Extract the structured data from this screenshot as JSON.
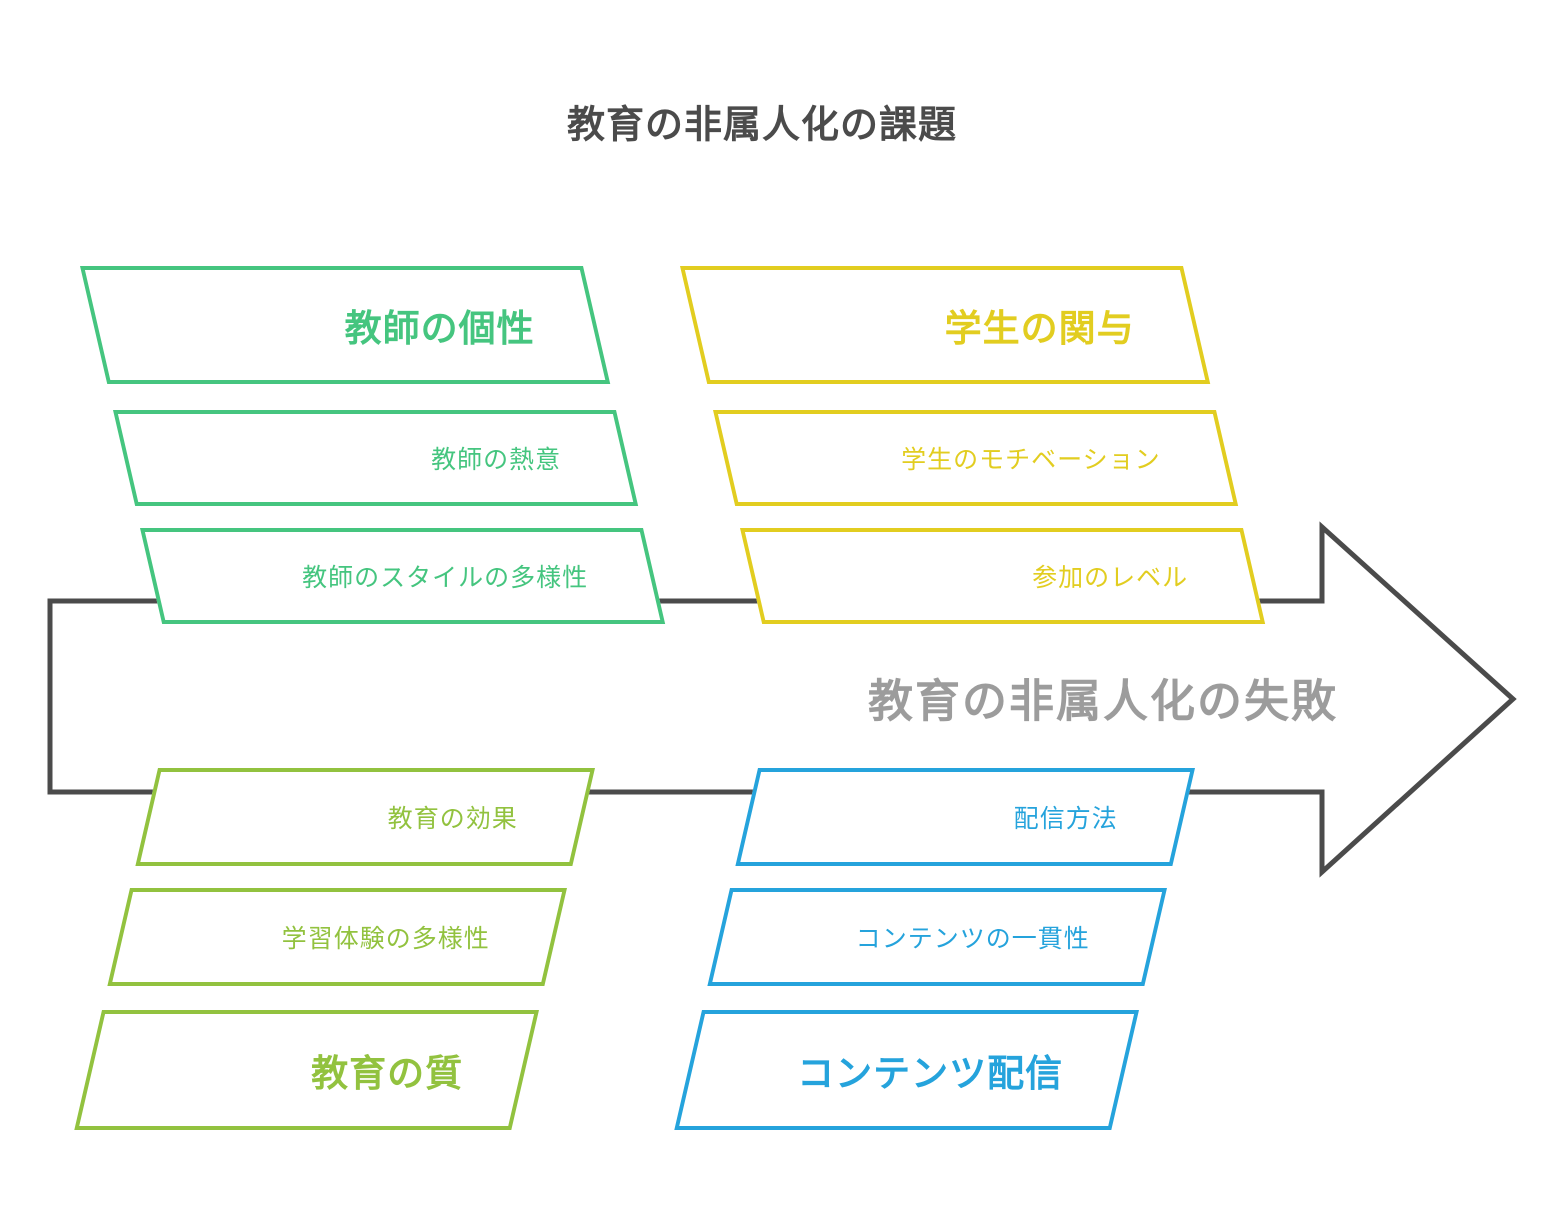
{
  "title": "教育の非属人化の課題",
  "arrow": {
    "label": "教育の非属人化の失敗"
  },
  "colors": {
    "outline": "#4b4b4b",
    "title_text": "#4b4b4b",
    "arrow_label": "#9c9c9c",
    "green": "#45c57f",
    "yellow": "#e2cd20",
    "olive": "#92c23f",
    "blue": "#25a3dc"
  },
  "branches": {
    "teacher_personality": {
      "header": "教師の個性",
      "items": [
        "教師の熱意",
        "教師のスタイルの多様性"
      ]
    },
    "student_engagement": {
      "header": "学生の関与",
      "items": [
        "学生のモチベーション",
        "参加のレベル"
      ]
    },
    "education_quality": {
      "header": "教育の質",
      "items": [
        "教育の効果",
        "学習体験の多様性"
      ]
    },
    "content_delivery": {
      "header": "コンテンツ配信",
      "items": [
        "配信方法",
        "コンテンツの一貫性"
      ]
    }
  }
}
